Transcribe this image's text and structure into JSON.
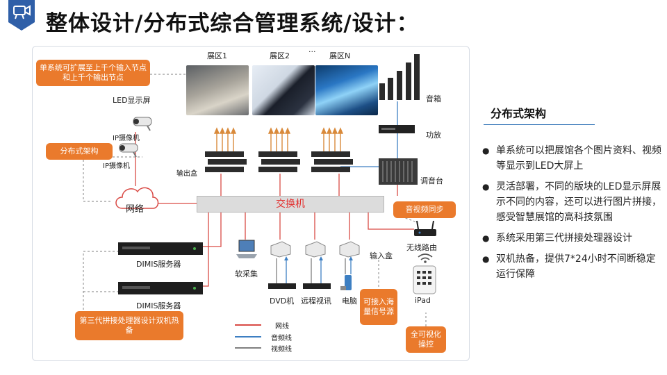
{
  "header": {
    "title": "整体设计/分布式综合管理系统/设计："
  },
  "colors": {
    "accent_blue": "#2f5fa8",
    "callout_orange": "#ea7a2c",
    "net_line": "#d94a45",
    "audio_line": "#3d7fc2",
    "video_line": "#7f7f7f",
    "switch_text": "#e3302f"
  },
  "diagram": {
    "callouts": {
      "scalable": "单系统可扩展至上千个输入节点和上千个输出节点",
      "distributed": "分布式架构",
      "av_sync": "音视频同步",
      "third_gen": "第三代拼接处理器设计双机热备",
      "mass_input": "可接入海量信号源",
      "visual_control": "全可视化操控"
    },
    "exhibits": [
      "展区1",
      "展区2",
      "···",
      "展区N"
    ],
    "labels": {
      "led_screen": "LED显示屏",
      "ip_camera_1": "IP摄像机",
      "ip_camera_2": "IP摄像机",
      "output_box": "输出盒",
      "network": "网络",
      "switch": "交换机",
      "speaker": "音箱",
      "amplifier": "功放",
      "mixer": "调音台",
      "router": "无线路由",
      "input_box": "输入盒",
      "ipad": "iPad",
      "dimis_1": "DIMIS服务器",
      "dimis_2": "DIMIS服务器",
      "soft_capture": "软采集",
      "dvd": "DVD机",
      "remote_video": "远程视讯",
      "computer": "电脑"
    },
    "legend": [
      {
        "name": "网线",
        "color": "#d94a45"
      },
      {
        "name": "音频线",
        "color": "#3d7fc2"
      },
      {
        "name": "视频线",
        "color": "#7f7f7f"
      }
    ]
  },
  "side": {
    "title": "分布式架构",
    "bullets": [
      "单系统可以把展馆各个图片资料、视频等显示到LED大屏上",
      "灵活部署，不同的版块的LED显示屏展示不同的内容，还可以进行图片拼接，感受智慧展馆的高科技氛围",
      "系统采用第三代拼接处理器设计",
      "双机热备，提供7*24小时不间断稳定运行保障"
    ]
  }
}
